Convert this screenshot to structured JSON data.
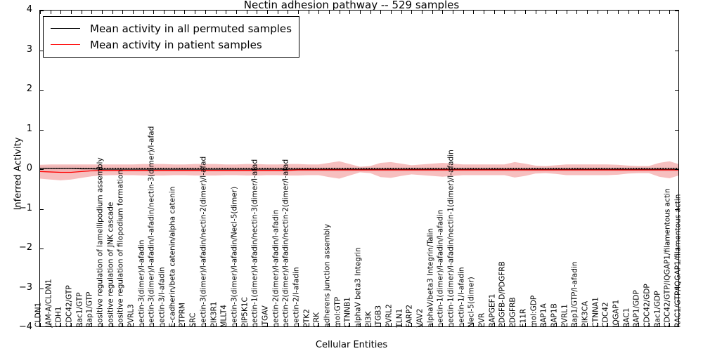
{
  "chart_data": {
    "type": "line",
    "title": "Nectin adhesion pathway -- 529 samples",
    "xlabel": "Cellular Entities",
    "ylabel": "Inferred Activity",
    "ylim": [
      -4,
      4
    ],
    "yticks": [
      -4,
      -3,
      -2,
      -1,
      0,
      1,
      2,
      3,
      4
    ],
    "grid": false,
    "legend_position": "upper left",
    "sample_count": 529,
    "legend": [
      {
        "label": "Mean activity in all permuted samples",
        "color": "#000000"
      },
      {
        "label": "Mean activity in patient samples",
        "color": "#ff0000"
      }
    ],
    "categories": [
      "CLDN1",
      "JAM-A/CLDN1",
      "CDH1",
      "CDC42/GTP",
      "Rac1/GTP",
      "Rap1/GTP",
      "positive regulation of lamellipodium assembly",
      "positive regulation of JNK cascade",
      "positive regulation of filopodium formation",
      "PVRL3",
      "nectin-3(dimer)/l-afadin",
      "nectin-3(dimer)/l-afadin/l-afadin/nectin-3(dimer)/l-afad",
      "nectin-3/l-afadin",
      "E-cadherin/beta catenin/alpha catenin",
      "PTPRM",
      "SRC",
      "nectin-3(dimer)/l-afadin/nectin-2(dimer)/l-afad",
      "PIK3R1",
      "MLLT4",
      "nectin-3(dimer)/l-afadin/Necl-5(dimer)",
      "PIP5K1C",
      "nectin-1(dimer)/l-afadin/nectin-3(dimer/l-afad",
      "ITGAV",
      "nectin-2(dimer)/l-afadin/l-afadin",
      "nectin-2(dimer)/l-afadin/nectin-2(dimer/l-afad",
      "nectin-2/l-afadin",
      "PTK2",
      "CRK",
      "adherens junction assembly",
      "mol:GTP",
      "CTNNB1",
      "alphaV beta3 Integrin",
      "PI3K",
      "ITGB3",
      "PVRL2",
      "TLN1",
      "FARP2",
      "VAV2",
      "alphaV/beta3 Integrin/Talin",
      "nectin-1(dimer)/l-afadin/l-afadin",
      "nectin-1(dimer)/l-afadin/nectin-1(dimer)/l-afadin",
      "nectin-1/l-afadin",
      "Necl-5(dimer)",
      "PVR",
      "RAPGEF1",
      "PDGFB-D/PDGFRB",
      "PDGFRB",
      "F11R",
      "mol:GDP",
      "RAP1A",
      "RAP1B",
      "PVRL1",
      "Rap1/GTP/l-afadin",
      "PIK3CA",
      "CTNNA1",
      "CDC42",
      "IQGAP1",
      "RAC1",
      "RAP1/GDP",
      "CDC42/GDP",
      "Rac1/GDP",
      "CDC42/GTP/IQGAP1/filamentous actin",
      "RAC1/GTP/IQGAP1/filamentous actin"
    ],
    "series": [
      {
        "name": "Mean activity in all permuted samples",
        "color": "#000000",
        "style": "solid",
        "values": [
          0.02,
          0.02,
          0.02,
          0.02,
          0.01,
          0.01,
          0.0,
          0.0,
          0.0,
          0.0,
          0.0,
          0.0,
          0.0,
          0.0,
          0.0,
          0.0,
          0.0,
          0.0,
          0.0,
          0.0,
          0.0,
          0.0,
          0.0,
          0.0,
          0.0,
          0.0,
          0.0,
          0.0,
          0.0,
          0.0,
          0.0,
          0.0,
          0.0,
          0.0,
          0.0,
          0.0,
          0.0,
          0.0,
          0.0,
          0.0,
          0.0,
          0.0,
          0.0,
          0.0,
          0.0,
          0.0,
          0.0,
          0.0,
          0.0,
          0.0,
          0.0,
          0.0,
          0.0,
          0.0,
          0.0,
          0.0,
          0.0,
          0.0,
          0.0,
          0.0,
          0.0,
          0.0,
          0.0
        ],
        "band_upper": [
          0.09,
          0.09,
          0.09,
          0.09,
          0.08,
          0.07,
          0.06,
          0.06,
          0.06,
          0.06,
          0.06,
          0.06,
          0.06,
          0.06,
          0.06,
          0.06,
          0.06,
          0.06,
          0.06,
          0.06,
          0.06,
          0.06,
          0.06,
          0.06,
          0.06,
          0.06,
          0.06,
          0.06,
          0.06,
          0.06,
          0.06,
          0.06,
          0.06,
          0.06,
          0.06,
          0.06,
          0.06,
          0.06,
          0.06,
          0.06,
          0.06,
          0.06,
          0.06,
          0.06,
          0.06,
          0.06,
          0.06,
          0.06,
          0.06,
          0.06,
          0.06,
          0.06,
          0.06,
          0.06,
          0.06,
          0.06,
          0.06,
          0.06,
          0.06,
          0.06,
          0.06,
          0.06,
          0.06
        ],
        "band_lower": [
          -0.05,
          -0.05,
          -0.05,
          -0.05,
          -0.06,
          -0.06,
          -0.06,
          -0.06,
          -0.06,
          -0.06,
          -0.06,
          -0.06,
          -0.06,
          -0.06,
          -0.06,
          -0.06,
          -0.06,
          -0.06,
          -0.06,
          -0.06,
          -0.06,
          -0.06,
          -0.06,
          -0.06,
          -0.06,
          -0.06,
          -0.06,
          -0.06,
          -0.06,
          -0.06,
          -0.06,
          -0.06,
          -0.06,
          -0.06,
          -0.06,
          -0.06,
          -0.06,
          -0.06,
          -0.06,
          -0.06,
          -0.06,
          -0.06,
          -0.06,
          -0.06,
          -0.06,
          -0.06,
          -0.06,
          -0.06,
          -0.06,
          -0.06,
          -0.06,
          -0.06,
          -0.06,
          -0.06,
          -0.06,
          -0.06,
          -0.06,
          -0.06,
          -0.06,
          -0.06,
          -0.06,
          -0.06,
          -0.06
        ],
        "band_color": "#d9d9d9"
      },
      {
        "name": "Mean activity in patient samples",
        "color": "#ff0000",
        "style": "solid",
        "values": [
          -0.06,
          -0.07,
          -0.08,
          -0.08,
          -0.06,
          -0.04,
          -0.03,
          -0.03,
          -0.03,
          -0.03,
          -0.03,
          -0.03,
          -0.03,
          -0.03,
          -0.03,
          -0.03,
          -0.03,
          -0.03,
          -0.03,
          -0.03,
          -0.03,
          -0.03,
          -0.03,
          -0.03,
          -0.03,
          -0.02,
          -0.02,
          -0.02,
          -0.02,
          -0.02,
          -0.02,
          -0.02,
          -0.02,
          -0.02,
          -0.02,
          -0.02,
          -0.02,
          -0.02,
          -0.02,
          -0.02,
          -0.02,
          -0.02,
          -0.02,
          -0.02,
          -0.02,
          -0.02,
          -0.02,
          -0.02,
          -0.02,
          -0.02,
          -0.02,
          -0.02,
          -0.02,
          -0.02,
          -0.02,
          -0.02,
          -0.02,
          -0.02,
          -0.02,
          -0.02,
          -0.02,
          -0.02,
          -0.02
        ],
        "band_upper": [
          0.11,
          0.12,
          0.12,
          0.12,
          0.12,
          0.12,
          0.12,
          0.12,
          0.12,
          0.12,
          0.13,
          0.13,
          0.13,
          0.12,
          0.12,
          0.13,
          0.13,
          0.13,
          0.12,
          0.12,
          0.13,
          0.13,
          0.12,
          0.12,
          0.13,
          0.13,
          0.12,
          0.12,
          0.16,
          0.2,
          0.13,
          0.06,
          0.08,
          0.16,
          0.18,
          0.14,
          0.1,
          0.12,
          0.14,
          0.16,
          0.14,
          0.12,
          0.12,
          0.12,
          0.12,
          0.12,
          0.18,
          0.14,
          0.09,
          0.08,
          0.1,
          0.12,
          0.12,
          0.12,
          0.12,
          0.12,
          0.11,
          0.09,
          0.08,
          0.08,
          0.16,
          0.2,
          0.12
        ],
        "band_lower": [
          -0.24,
          -0.26,
          -0.28,
          -0.26,
          -0.22,
          -0.18,
          -0.16,
          -0.15,
          -0.15,
          -0.15,
          -0.16,
          -0.16,
          -0.16,
          -0.15,
          -0.15,
          -0.16,
          -0.16,
          -0.16,
          -0.15,
          -0.15,
          -0.16,
          -0.16,
          -0.15,
          -0.15,
          -0.16,
          -0.16,
          -0.15,
          -0.15,
          -0.2,
          -0.24,
          -0.16,
          -0.08,
          -0.1,
          -0.2,
          -0.22,
          -0.17,
          -0.13,
          -0.15,
          -0.17,
          -0.19,
          -0.17,
          -0.15,
          -0.15,
          -0.15,
          -0.15,
          -0.15,
          -0.21,
          -0.17,
          -0.11,
          -0.1,
          -0.12,
          -0.15,
          -0.15,
          -0.15,
          -0.15,
          -0.15,
          -0.14,
          -0.11,
          -0.1,
          -0.1,
          -0.19,
          -0.23,
          -0.15
        ],
        "band_color": "#f4a9a9"
      },
      {
        "name": "median-dotted",
        "color": "#000000",
        "style": "dotted",
        "values": [
          0.02,
          0.02,
          0.02,
          0.02,
          0.02,
          0.02,
          0.02,
          0.02,
          0.02,
          0.02,
          0.02,
          0.02,
          0.02,
          0.02,
          0.02,
          0.02,
          0.02,
          0.02,
          0.02,
          0.02,
          0.02,
          0.02,
          0.02,
          0.02,
          0.02,
          0.02,
          0.02,
          0.02,
          0.02,
          0.02,
          0.02,
          0.02,
          0.02,
          0.02,
          0.02,
          0.02,
          0.02,
          0.02,
          0.02,
          0.02,
          0.02,
          0.02,
          0.02,
          0.02,
          0.02,
          0.02,
          0.02,
          0.02,
          0.02,
          0.02,
          0.02,
          0.02,
          0.02,
          0.02,
          0.02,
          0.02,
          0.02,
          0.02,
          0.02,
          0.02,
          0.02,
          0.02,
          0.02
        ]
      }
    ]
  }
}
